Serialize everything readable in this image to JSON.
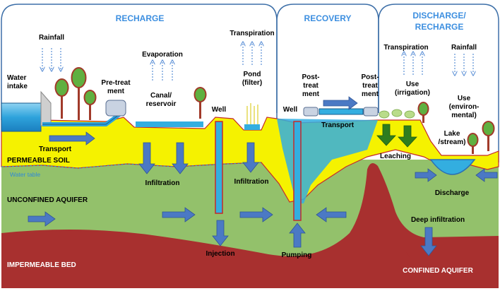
{
  "headers": {
    "recharge": "RECHARGE",
    "recovery": "RECOVERY",
    "discharge_1": "DISCHARGE/",
    "discharge_2": "RECHARGE"
  },
  "labels": {
    "rainfall_left": "Rainfall",
    "water_intake_1": "Water",
    "water_intake_2": "intake",
    "pretreat_1": "Pre-treat",
    "pretreat_2": "ment",
    "evaporation": "Evaporation",
    "canal_1": "Canal/",
    "canal_2": "reservoir",
    "transpiration_mid": "Transpiration",
    "pond_1": "Pond",
    "pond_2": "(filter)",
    "well_1": "Well",
    "well_2": "Well",
    "posttreat_a1": "Post-",
    "posttreat_a2": "treat",
    "posttreat_a3": "ment",
    "posttreat_b1": "Post-",
    "posttreat_b2": "treat",
    "posttreat_b3": "ment",
    "transpiration_right": "Transpiration",
    "use_irrig_1": "Use",
    "use_irrig_2": "(irrigation)",
    "rainfall_right": "Rainfall",
    "use_env_1": "Use",
    "use_env_2": "(environ-",
    "use_env_3": "mental)",
    "lake_1": "Lake",
    "lake_2": "/stream)",
    "transport_left": "Transport",
    "transport_right": "Transport",
    "leaching": "Leaching",
    "permeable_soil": "PERMEABLE SOIL",
    "water_table": "Water table",
    "infiltration_1": "Infiltration",
    "infiltration_2": "Infiltration",
    "discharge": "Discharge",
    "unconfined": "UNCONFINED AQUIFER",
    "deep_infiltration": "Deep infiltration",
    "injection": "Injection",
    "pumping": "Pumping",
    "impermeable": "IMPERMEABLE BED",
    "confined": "CONFINED AQUIFER"
  },
  "colors": {
    "frame": "#3d6fa8",
    "header_text": "#3d8fe0",
    "soil": "#f5f200",
    "aquifer": "#93c16b",
    "bed": "#a8302f",
    "water": "#33aee0",
    "arrow": "#4b79c4",
    "tree_crown": "#d24b3d",
    "tree_trunk": "#a13a2a",
    "leach_arrow": "#2e7d1e"
  },
  "icons": [
    "dotted-rain-arrow",
    "dotted-vapor-arrow",
    "tree-icon",
    "pipe-intake",
    "treatment-tank"
  ]
}
